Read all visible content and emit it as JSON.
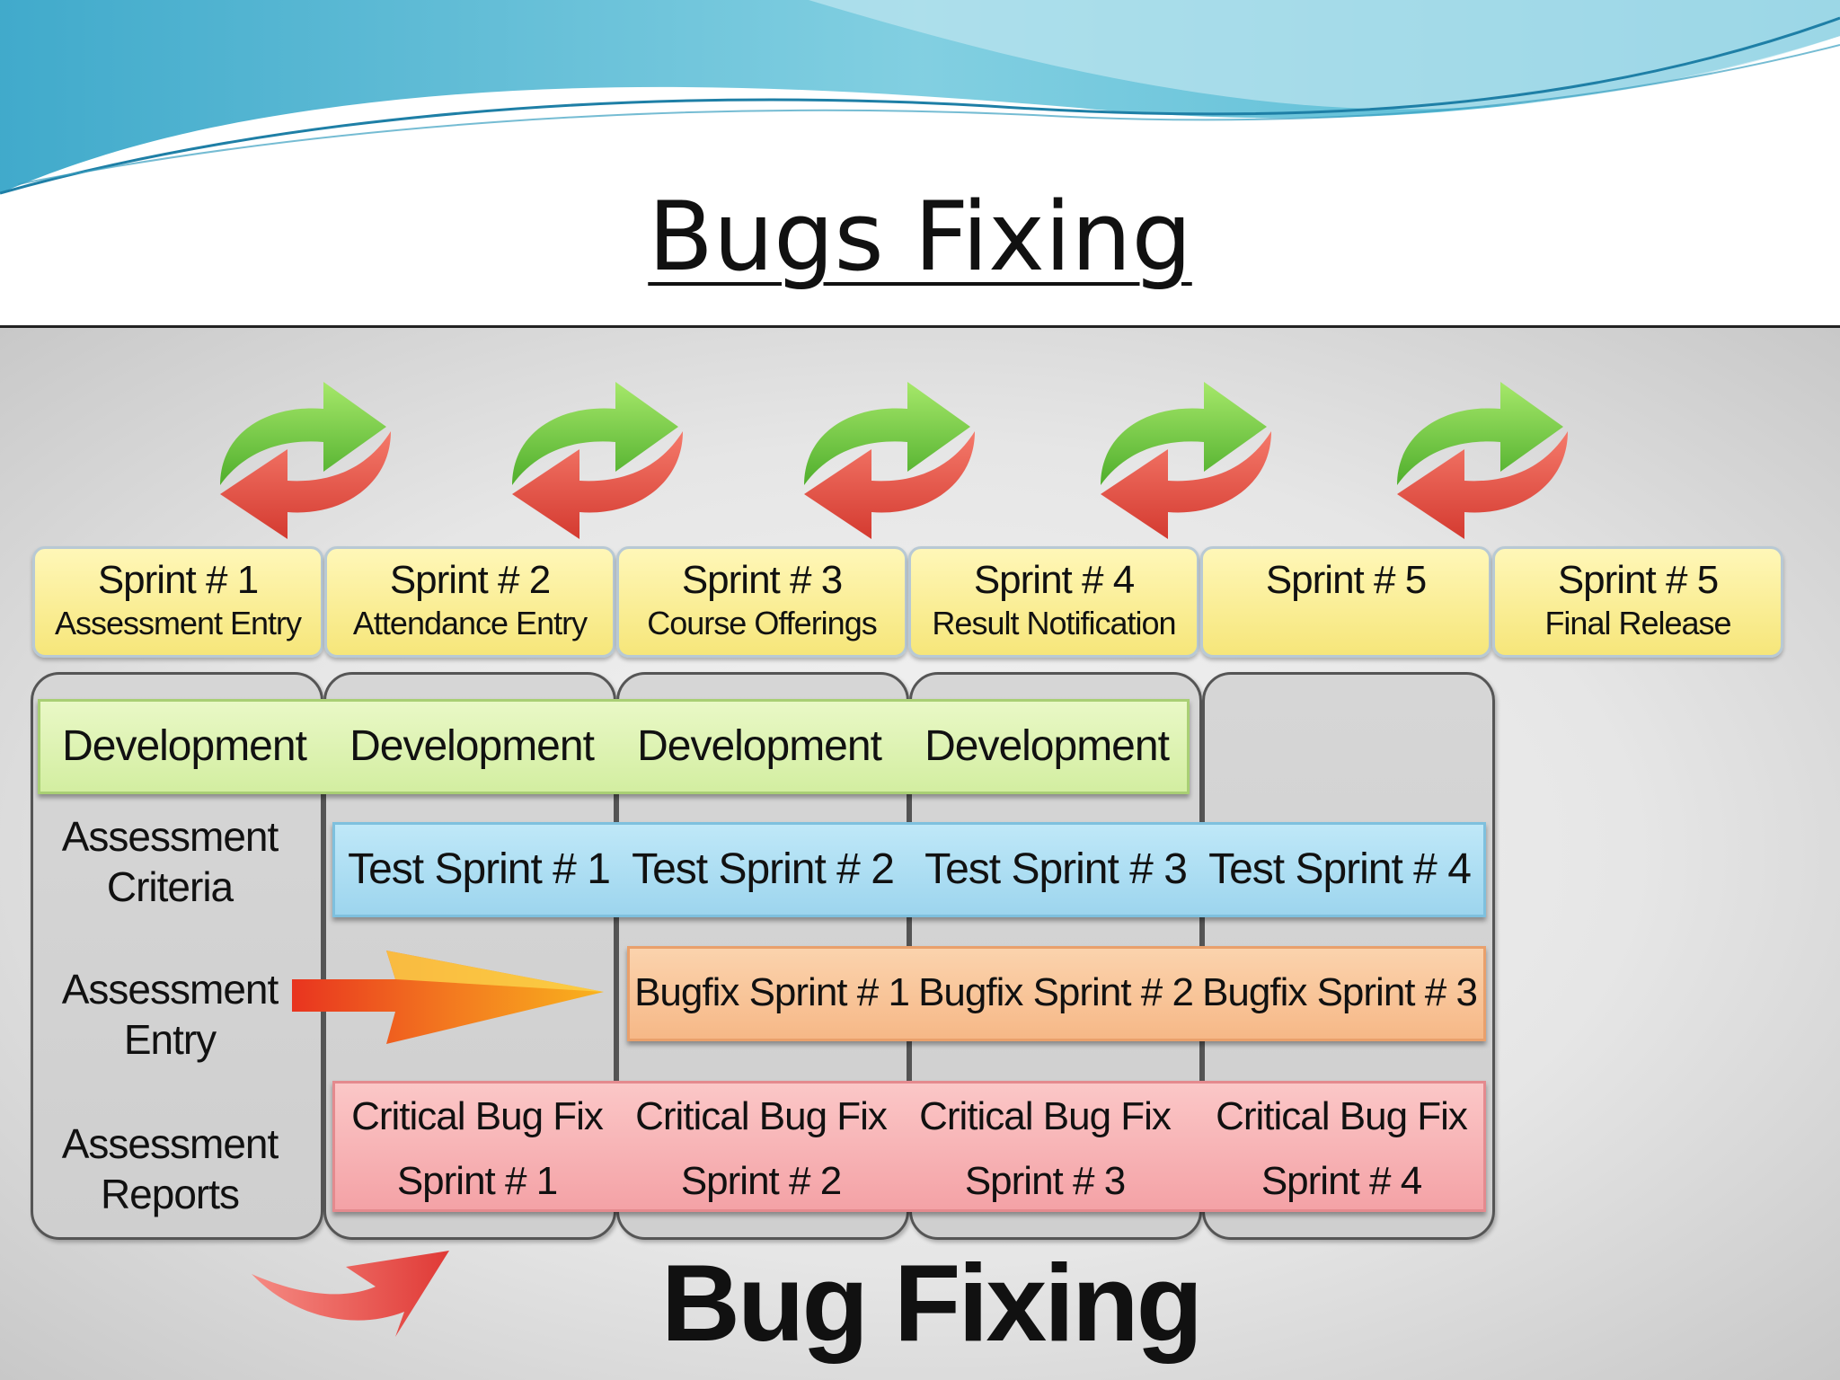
{
  "slide": {
    "title": "Bugs Fixing"
  },
  "sprint_headers": [
    {
      "title": "Sprint # 1",
      "subtitle": "Assessment Entry"
    },
    {
      "title": "Sprint # 2",
      "subtitle": "Attendance Entry"
    },
    {
      "title": "Sprint # 3",
      "subtitle": "Course Offerings"
    },
    {
      "title": "Sprint # 4",
      "subtitle": "Result Notification"
    },
    {
      "title": "Sprint # 5",
      "subtitle": ""
    },
    {
      "title": "Sprint # 5",
      "subtitle": "Final Release"
    }
  ],
  "rows": {
    "development": [
      "Development",
      "Development",
      "Development",
      "Development"
    ],
    "test": [
      "Test Sprint # 1",
      "Test Sprint # 2",
      "Test Sprint # 3",
      "Test Sprint # 4"
    ],
    "bugfix": [
      "Bugfix Sprint # 1",
      "Bugfix Sprint # 2",
      "Bugfix Sprint # 3"
    ],
    "critical": [
      {
        "line1": "Critical Bug Fix",
        "line2": "Sprint # 1"
      },
      {
        "line1": "Critical Bug Fix",
        "line2": "Sprint # 2"
      },
      {
        "line1": "Critical Bug Fix",
        "line2": "Sprint # 3"
      },
      {
        "line1": "Critical Bug Fix",
        "line2": "Sprint # 4"
      }
    ]
  },
  "side_labels": {
    "criteria": [
      "Assessment",
      "Criteria"
    ],
    "entry": [
      "Assessment",
      "Entry"
    ],
    "reports": [
      "Assessment",
      "Reports"
    ]
  },
  "footer": {
    "title": "Bug Fixing"
  },
  "colors": {
    "sprint_header": "#f6e67a",
    "development": "#d3eea1",
    "test": "#9dd5ee",
    "bugfix": "#f6b887",
    "critical": "#f4a2a6",
    "cycle_green": "#7fd23e",
    "cycle_red": "#e8453c"
  },
  "icons": [
    "cycle-arrows-icon",
    "big-right-arrow-icon",
    "curved-red-arrow-icon"
  ]
}
